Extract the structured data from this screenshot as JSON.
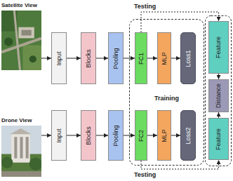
{
  "diagram": {
    "nodes": [
      {
        "text": [
          "Satellite View"
        ]
      },
      {
        "text": [
          "Input"
        ]
      },
      {
        "text": [
          "Blocks"
        ]
      },
      {
        "text": [
          "Pooling"
        ]
      },
      {
        "text": [
          "Training"
        ]
      },
      {
        "text": [
          "FC1"
        ],
        "in": 4
      },
      {
        "text": [
          "MLP"
        ],
        "in": 4
      },
      {
        "text": [
          "Loss1"
        ],
        "in": 4
      },
      {
        "text": [
          "Feature"
        ]
      },
      {
        "text": [
          "Distance"
        ]
      },
      {
        "text": [
          "Feature"
        ]
      },
      {
        "text": [
          "Drone View"
        ]
      },
      {
        "text": [
          "Input"
        ]
      },
      {
        "text": [
          "Blocks"
        ]
      },
      {
        "text": [
          "Pooling"
        ]
      },
      {
        "text": [
          "FC2"
        ],
        "in": 4
      },
      {
        "text": [
          "MLP"
        ],
        "in": 4
      },
      {
        "text": [
          "Loss2"
        ],
        "in": 4
      }
    ],
    "edges": [
      {
        "from": 0,
        "to": 1,
        "arrow": "to"
      },
      {
        "from": 1,
        "to": 2,
        "arrow": "to"
      },
      {
        "from": 2,
        "to": 3,
        "arrow": "to"
      },
      {
        "from": 3,
        "to": 5,
        "arrow": "to"
      },
      {
        "from": 5,
        "to": 6,
        "arrow": "to"
      },
      {
        "from": 6,
        "to": 7,
        "arrow": "to"
      },
      {
        "from": 5,
        "to": 8,
        "label": "Testing",
        "arrow": "to"
      },
      {
        "from": 8,
        "to": 9,
        "arrow": "to"
      },
      {
        "from": 10,
        "to": 9,
        "arrow": "to"
      },
      {
        "from": 11,
        "to": 12,
        "arrow": "to"
      },
      {
        "from": 12,
        "to": 13,
        "arrow": "to"
      },
      {
        "from": 13,
        "to": 14,
        "arrow": "to"
      },
      {
        "from": 14,
        "to": 15,
        "arrow": "to"
      },
      {
        "from": 15,
        "to": 16,
        "arrow": "to"
      },
      {
        "from": 16,
        "to": 17,
        "arrow": "to"
      },
      {
        "from": 15,
        "to": 10,
        "label": "Testing",
        "arrow": "to"
      }
    ]
  }
}
